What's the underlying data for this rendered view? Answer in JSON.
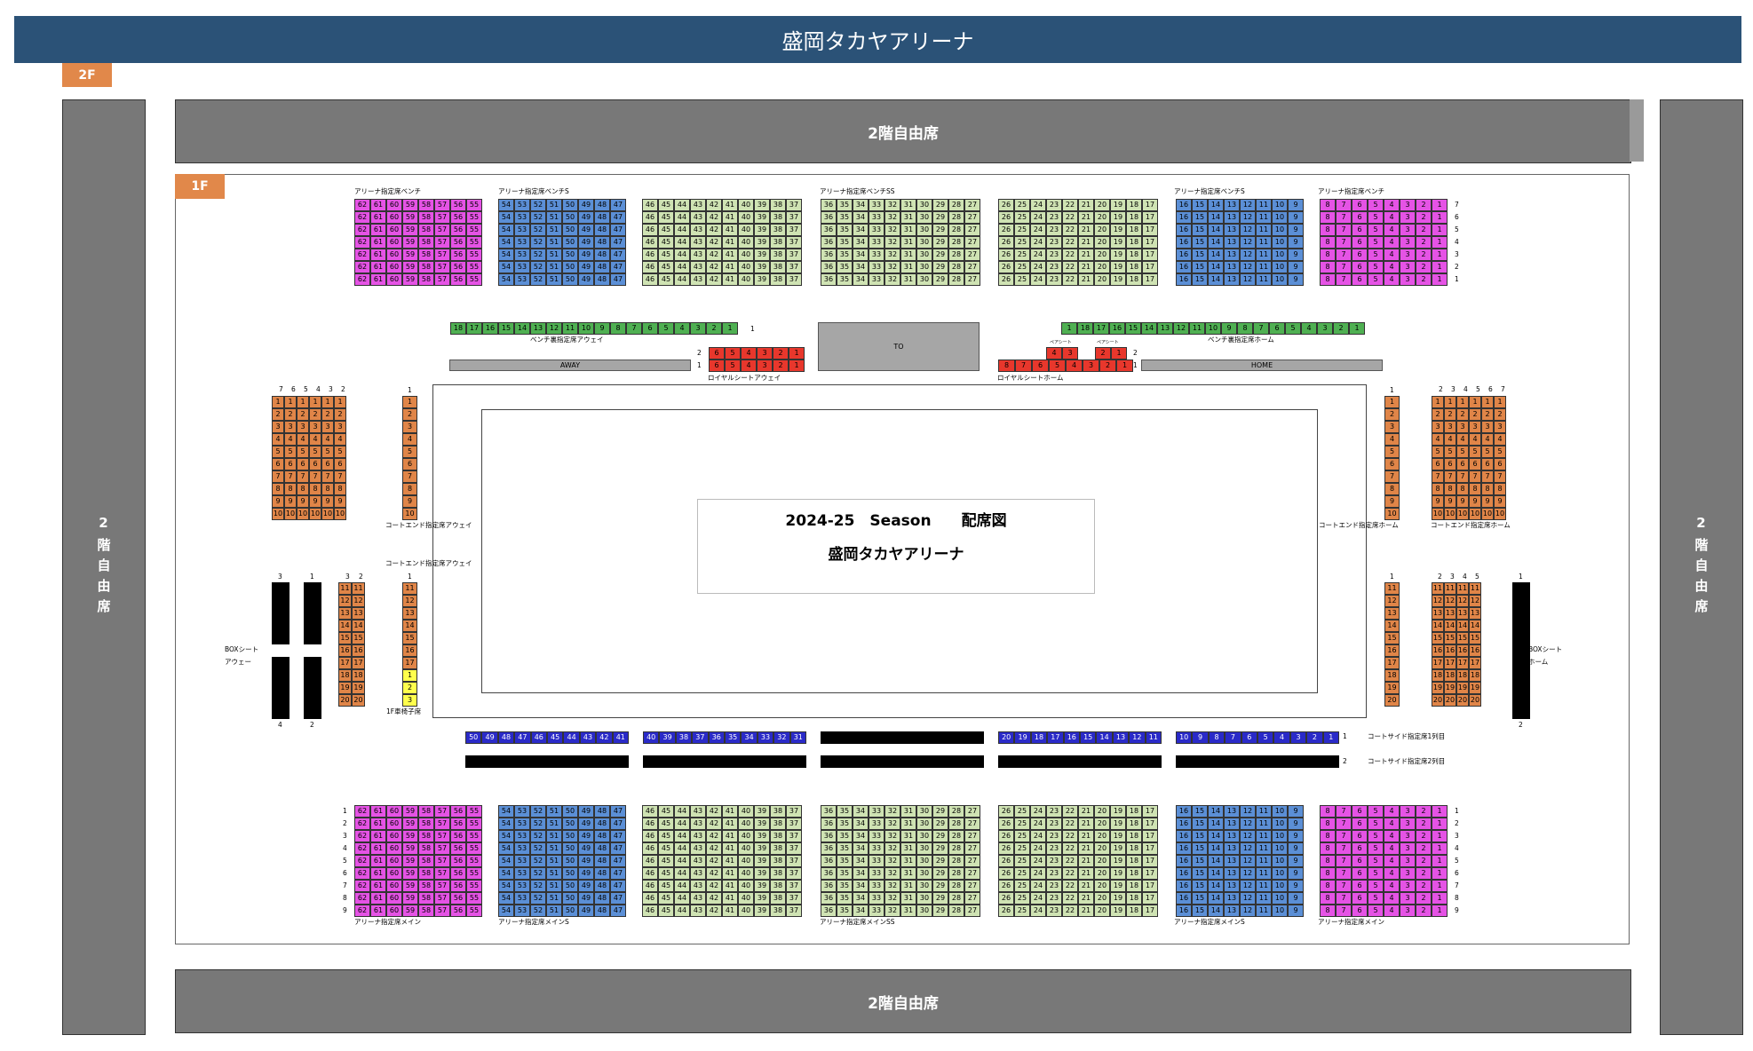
{
  "header": {
    "title": "盛岡タカヤアリーナ"
  },
  "floors": {
    "f2": "2F",
    "f1": "1F"
  },
  "free_seat": {
    "horizontal": "2階自由席",
    "vertical": "2階自由席"
  },
  "center_title": {
    "season": "2024-25　Season　　配席図",
    "venue": "盛岡タカヤアリーナ"
  },
  "colors": {
    "bench": "#e553e5",
    "bench_s": "#5b8fd6",
    "ss": "#cfe3b3",
    "ura": "#4fb052",
    "royal": "#e8372c",
    "end": "#e08548",
    "wheel": "#ffff4d",
    "side": "#2a2ac8"
  },
  "bars": {
    "away": "AWAY",
    "home": "HOME",
    "to": "TO"
  },
  "labels": {
    "top_groups": [
      "アリーナ指定席ベンチ",
      "アリーナ指定席ベンチS",
      "アリーナ指定席ベンチSS",
      "アリーナ指定席ベンチS",
      "アリーナ指定席ベンチ"
    ],
    "bottom_groups": [
      "アリーナ指定席メイン",
      "アリーナ指定席メインS",
      "アリーナ指定席メインSS",
      "アリーナ指定席メインS",
      "アリーナ指定席メイン"
    ],
    "ura_away": "ベンチ裏指定席アウェイ",
    "ura_home": "ベンチ裏指定席ホーム",
    "royal_away": "ロイヤルシートアウェイ",
    "royal_home": "ロイヤルシートホーム",
    "pair": "ペアシート",
    "end_away": "コートエンド指定席アウェイ",
    "end_home": "コートエンド指定席ホーム",
    "box_away": "BOXシート アウェー",
    "box_home": "BOXシート ホーム",
    "wheel": "1F車椅子席",
    "side1": "コートサイド指定席1列目",
    "side2": "コートサイド指定席2列目"
  },
  "seats": {
    "top_blocks": [
      {
        "nums": [
          62,
          61,
          60,
          59,
          58,
          57,
          56,
          55
        ],
        "color": "bench"
      },
      {
        "nums": [
          54,
          53,
          52,
          51,
          50,
          49,
          48,
          47
        ],
        "color": "bench_s"
      },
      {
        "nums": [
          46,
          45,
          44,
          43,
          42,
          41,
          40,
          39,
          38,
          37
        ],
        "color": "ss"
      },
      {
        "nums": [
          36,
          35,
          34,
          33,
          32,
          31,
          30,
          29,
          28,
          27
        ],
        "color": "ss"
      },
      {
        "nums": [
          26,
          25,
          24,
          23,
          22,
          21,
          20,
          19,
          18,
          17
        ],
        "color": "ss"
      },
      {
        "nums": [
          16,
          15,
          14,
          13,
          12,
          11,
          10,
          9
        ],
        "color": "bench_s"
      },
      {
        "nums": [
          8,
          7,
          6,
          5,
          4,
          3,
          2,
          1
        ],
        "color": "bench"
      }
    ],
    "top_rows": [
      7,
      6,
      5,
      4,
      3,
      2,
      1
    ],
    "bottom_rows": [
      1,
      2,
      3,
      4,
      5,
      6,
      7,
      8,
      9
    ],
    "ura_away": [
      18,
      17,
      16,
      15,
      14,
      13,
      12,
      11,
      10,
      9,
      8,
      7,
      6,
      5,
      4,
      3,
      2,
      1
    ],
    "ura_home": [
      1,
      18,
      17,
      16,
      15,
      14,
      13,
      12,
      11,
      10,
      9,
      8,
      7,
      6,
      5,
      4,
      3,
      2,
      1
    ],
    "royal_away_row2": [
      6,
      5,
      4,
      3,
      2,
      1
    ],
    "royal_away_row1": [
      6,
      5,
      4,
      3,
      2,
      1
    ],
    "royal_home_row2a": [
      4,
      3
    ],
    "royal_home_row2b": [
      2,
      1
    ],
    "royal_home_row1": [
      8,
      7,
      6,
      5,
      4,
      3,
      2,
      1
    ],
    "end_cols_away": [
      7,
      6,
      5,
      4,
      3,
      2
    ],
    "end_cols_home": [
      2,
      3,
      4,
      5,
      6,
      7
    ],
    "end_rows": [
      1,
      2,
      3,
      4,
      5,
      6,
      7,
      8,
      9,
      10
    ],
    "end_rows_lower": [
      11,
      12,
      13,
      14,
      15,
      16,
      17,
      18,
      19,
      20
    ],
    "single_rows_upper": [
      1,
      2,
      3,
      4,
      5,
      6,
      7,
      8,
      9,
      10
    ],
    "single_rows_lower": [
      11,
      12,
      13,
      14,
      15,
      16,
      17
    ],
    "wheel_rows": [
      1,
      2,
      3
    ],
    "box_away_cols": [
      "3",
      "1"
    ],
    "box_away_bottom": [
      "4",
      "2"
    ],
    "box_home_top": "1",
    "box_home_bottom": "2",
    "lower_end_cols_away": [
      "3",
      "2"
    ],
    "lower_end_cols_home": [
      "2",
      "3",
      "4",
      "5"
    ],
    "side_blocks": [
      [
        50,
        49,
        48,
        47,
        46,
        45,
        44,
        43,
        42,
        41
      ],
      [
        40,
        39,
        38,
        37,
        36,
        35,
        34,
        33,
        32,
        31
      ],
      [],
      [
        20,
        19,
        18,
        17,
        16,
        15,
        14,
        13,
        12,
        11
      ],
      [
        10,
        9,
        8,
        7,
        6,
        5,
        4,
        3,
        2,
        1
      ]
    ],
    "side_rows": [
      "1",
      "2"
    ],
    "misc_one": "1",
    "misc_two": "2"
  }
}
